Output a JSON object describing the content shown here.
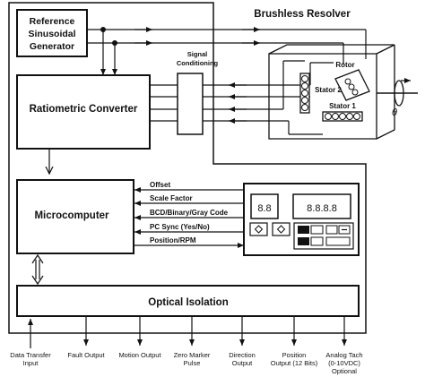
{
  "blocks": {
    "ref_line1": "Reference",
    "ref_line2": "Sinusoidal",
    "ref_line3": "Generator",
    "resolver_title": "Brushless Resolver",
    "signal_cond_line1": "Signal",
    "signal_cond_line2": "Conditioning",
    "ratiometric": "Ratiometric Converter",
    "microcomputer": "Microcomputer",
    "optical": "Optical Isolation",
    "rotor": "Rotor",
    "stator2": "Stator 2",
    "stator1": "Stator 1",
    "theta": "θ"
  },
  "bus_signals": [
    "Offset",
    "Scale Factor",
    "BCD/Binary/Gray Code",
    "PC Sync (Yes/No)",
    "Position/RPM"
  ],
  "display": {
    "small": "8.8",
    "large": "8.8.8.8"
  },
  "outputs": [
    {
      "line1": "Data Transfer",
      "line2": "Input",
      "line3": ""
    },
    {
      "line1": "Fault Output",
      "line2": "",
      "line3": ""
    },
    {
      "line1": "Motion Output",
      "line2": "",
      "line3": ""
    },
    {
      "line1": "Zero Marker",
      "line2": "Pulse",
      "line3": ""
    },
    {
      "line1": "Direction",
      "line2": "Output",
      "line3": ""
    },
    {
      "line1": "Position",
      "line2": "Output (12 Bits)",
      "line3": ""
    },
    {
      "line1": "Analog Tach",
      "line2": "(0-10VDC)",
      "line3": "Optional"
    }
  ]
}
